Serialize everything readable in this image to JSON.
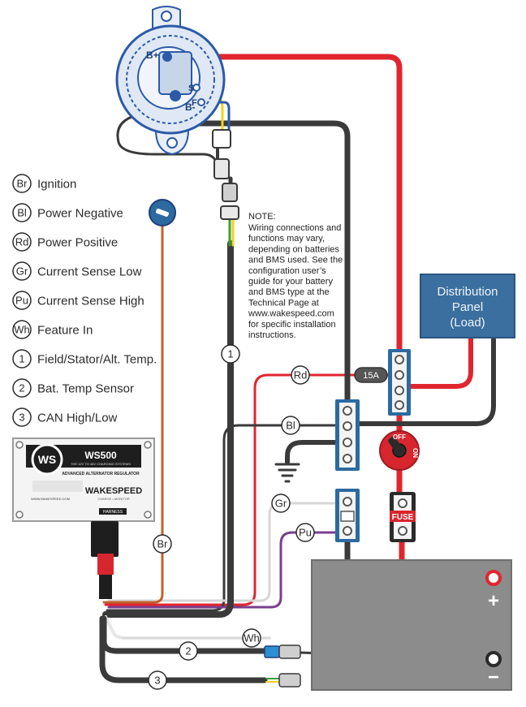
{
  "legend": [
    {
      "code": "Br",
      "label": "Ignition"
    },
    {
      "code": "Bl",
      "label": "Power Negative"
    },
    {
      "code": "Rd",
      "label": "Power Positive"
    },
    {
      "code": "Gr",
      "label": "Current Sense Low"
    },
    {
      "code": "Pu",
      "label": "Current Sense High"
    },
    {
      "code": "Wh",
      "label": "Feature In"
    },
    {
      "code": "1",
      "label": "Field/Stator/Alt. Temp."
    },
    {
      "code": "2",
      "label": "Bat. Temp Sensor"
    },
    {
      "code": "3",
      "label": "CAN High/Low"
    }
  ],
  "note": {
    "title": "NOTE:",
    "lines": [
      "Wiring connections and",
      "functions may vary,",
      "depending on batteries",
      "and BMS used. See the",
      "configuration user’s",
      "guide for your battery",
      "and BMS type at the",
      "Technical Page at",
      "www.wakespeed.com",
      "for specific installation",
      "instructions."
    ]
  },
  "distribution_panel": {
    "line1": "Distribution",
    "line2": "Panel",
    "line3": "(Load)"
  },
  "alternator": {
    "b_plus": "B+",
    "b_minus": "B-",
    "s": "S",
    "f": "F"
  },
  "fuse_inline": "15A",
  "fuse_label": "FUSE",
  "switch": {
    "off": "OFF",
    "on": "ON"
  },
  "regulator": {
    "logo": "WS",
    "model": "WS500",
    "tagline": "THE 12V TO 48V CHARGING SYSTEMS",
    "subtitle": "ADVANCED ALTERNATOR REGULATOR",
    "brand": "WAKESPEED",
    "website": "WWW.WAKESPEED.COM",
    "brand_sub": "CHARGE • MONITOR",
    "harness": "HARNESS"
  },
  "wire_labels": {
    "rd": "Rd",
    "bl": "Bl",
    "gr": "Gr",
    "pu": "Pu",
    "wh": "Wh",
    "br": "Br",
    "one": "1",
    "two": "2",
    "three": "3"
  },
  "battery": {
    "plus": "+",
    "minus": "−"
  },
  "colors": {
    "red": "#e0252f",
    "black": "#3a3a3a",
    "brown": "#c0622c",
    "purple": "#7a3f8e",
    "white": "#e6e6e6",
    "yellow": "#f3d21b",
    "blue": "#2c5aa8",
    "green": "#3aa13a",
    "panel": "#3a6f9f",
    "battery": "#8c8c8c",
    "bar_blue": "#2c6aa0"
  }
}
